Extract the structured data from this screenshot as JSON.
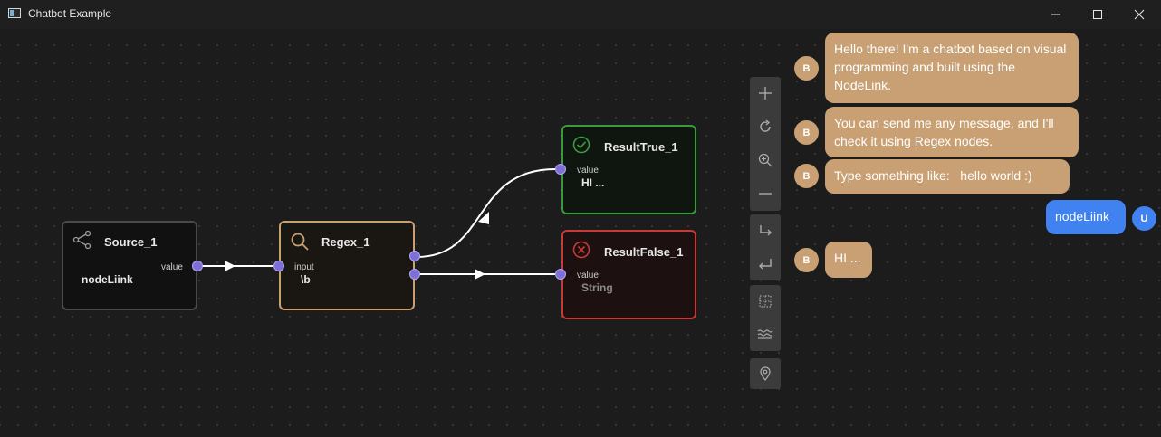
{
  "window": {
    "title": "Chatbot Example",
    "controls": {
      "minimize": "─",
      "maximize": "☐",
      "close": "✕"
    }
  },
  "nodes": {
    "source": {
      "title": "Source_1",
      "output_label": "value",
      "value": "nodeLiink"
    },
    "regex": {
      "title": "Regex_1",
      "input_label": "input",
      "value": "\\b"
    },
    "result_true": {
      "title": "ResultTrue_1",
      "input_label": "value",
      "value": "HI ..."
    },
    "result_false": {
      "title": "ResultFalse_1",
      "input_label": "value",
      "value": "String"
    }
  },
  "colors": {
    "source_border": "#4a4a4a",
    "regex_border": "#c8a073",
    "true_border": "#3a9a3e",
    "false_border": "#c83a36",
    "port": "#7e6fd8",
    "bot_bubble": "#c8a073",
    "user_bubble": "#3f82f0"
  },
  "toolbar": {
    "buttons": [
      "zoom-in",
      "rotate",
      "zoom-fit",
      "zoom-out",
      "step-over",
      "enter",
      "grid",
      "waves",
      "location"
    ]
  },
  "chat": {
    "messages": [
      {
        "sender": "bot",
        "avatar": "B",
        "text": "Hello there! I'm a chatbot based on visual programming and built using the NodeLink."
      },
      {
        "sender": "bot",
        "avatar": "B",
        "text": "You can send me any message, and I'll check it using Regex nodes."
      },
      {
        "sender": "bot",
        "avatar": "B",
        "text": "Type something like:   hello world :)"
      },
      {
        "sender": "user",
        "avatar": "U",
        "text": "nodeLiink"
      },
      {
        "sender": "bot",
        "avatar": "B",
        "text": "HI ..."
      }
    ]
  }
}
